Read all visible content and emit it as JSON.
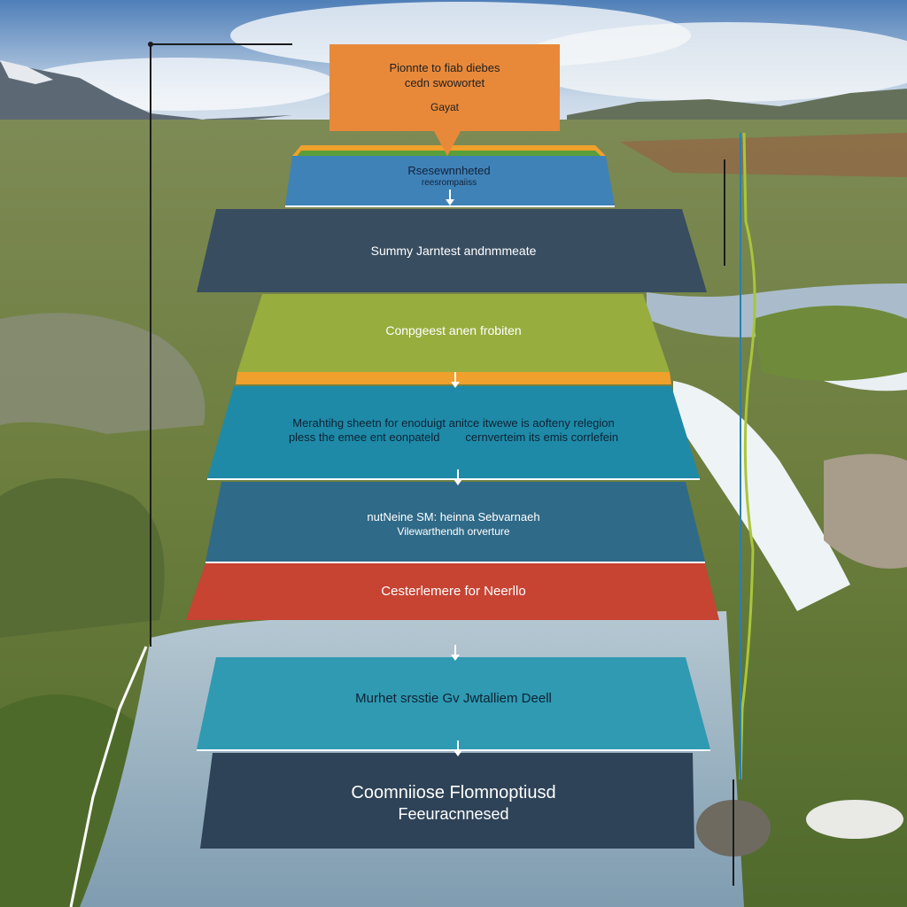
{
  "colors": {
    "sky_top": "#5f8fc4",
    "sky_bottom": "#e8edf2",
    "grass": "#6b7d3c",
    "water": "#9fb9c8",
    "callout": "#e8893a",
    "blue": "#3f82b8",
    "slate": "#384d60",
    "lime": "#97ad3e",
    "teal": "#1e8aa8",
    "red": "#c74332",
    "dark": "#2e4357",
    "accent_orange": "#f0a02c",
    "accent_green": "#5a9e3c",
    "line_green": "#a9c63a"
  },
  "callout": {
    "line1": "Pionnte to fiab diebes",
    "line2": "cedn swowortet",
    "line3": "Gayat"
  },
  "layers": [
    {
      "line1": "Rsesewnnheted",
      "line2": "reesrompaiiss"
    },
    {
      "line1": "Summy Jarntest andnmmeate"
    },
    {
      "line1": "Conpgeest anen frobiten"
    },
    {
      "line1": "Merahtihg sheetn for enoduigt anitce itwewe is aofteny relegion",
      "line2": "pless the emee ent eonpateld        cernverteim its emis corrlefein"
    },
    {
      "line1": "nutNeine SM: heinna Sebvarnaeh",
      "line2": "Vilewarthendh orverture"
    },
    {
      "line1": "Cesterlemere for Neerllo"
    },
    {
      "line1": "Murhet srsstie Gv Jwtalliem Deell"
    },
    {
      "line1": "Coomniiose Flomnoptiusd",
      "line2": "Feeuracnnesed"
    }
  ]
}
